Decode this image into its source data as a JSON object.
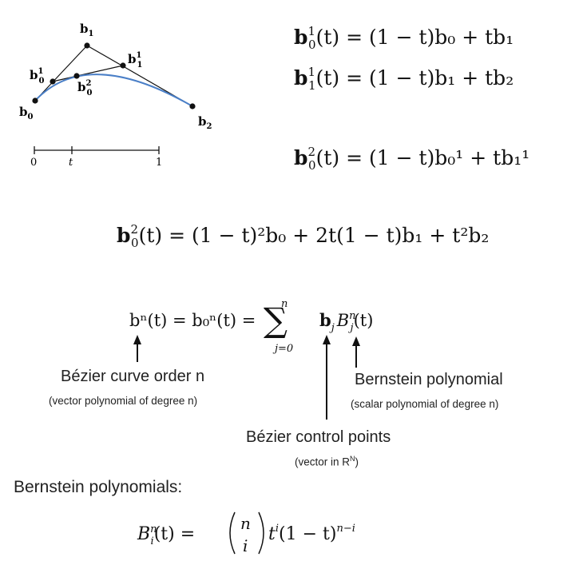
{
  "diagram": {
    "points": {
      "b1": {
        "base": "b",
        "sub": "1"
      },
      "b0": {
        "base": "b",
        "sub": "0"
      },
      "b2": {
        "base": "b",
        "sub": "2"
      },
      "b01": {
        "base": "b",
        "sub": "0",
        "sup": "1"
      },
      "b11": {
        "base": "b",
        "sub": "1",
        "sup": "1"
      },
      "b02": {
        "base": "b",
        "sub": "0",
        "sup": "2"
      }
    },
    "slider": {
      "start": "0",
      "param": "t",
      "end": "1"
    }
  },
  "equations": {
    "eq1": {
      "sub": "0",
      "sup": "1",
      "rhs": "= (1 − t)b₀ + tb₁"
    },
    "eq2": {
      "sub": "1",
      "sup": "1",
      "rhs": "= (1 − t)b₁ + tb₂"
    },
    "eq3": {
      "sub": "0",
      "sup": "2",
      "rhs": "= (1 − t)b₀¹ + tb₁¹"
    },
    "eq4": {
      "sub": "0",
      "sup": "2",
      "rhs": "= (1 − t)²b₀ + 2t(1 − t)b₁ + t²b₂"
    }
  },
  "formula": {
    "lhs": "bⁿ(t) = b₀ⁿ(t) =",
    "sum_symbol": "∑",
    "sum_top": "n",
    "sum_bottom": "j=0",
    "term_b": "b",
    "term_b_sub": "j",
    "term_B": "B",
    "term_B_sub": "j",
    "term_B_sup": "n",
    "term_B_arg": "(t)"
  },
  "annotations": {
    "curve_order": "Bézier curve order n",
    "curve_order_note": "(vector polynomial of degree n)",
    "bernstein": "Bernstein polynomial",
    "bernstein_note": "(scalar polynomial of degree n)",
    "control_points": "Bézier control points",
    "control_points_note_prefix": "(vector in R",
    "control_points_note_sup": "N",
    "control_points_note_suffix": ")"
  },
  "bernstein_section": {
    "title": "Bernstein polynomials:",
    "lhs_B": "B",
    "lhs_sub": "i",
    "lhs_sup": "n",
    "lhs_arg": "(t) =",
    "binom_top": "n",
    "binom_bottom": "i",
    "rhs_t": "t",
    "rhs_t_sup": "i",
    "rhs_rest": "(1 − t)",
    "rhs_rest_sup": "n−i"
  },
  "colors": {
    "curve": "#4a7fc7",
    "ink": "#111111"
  }
}
